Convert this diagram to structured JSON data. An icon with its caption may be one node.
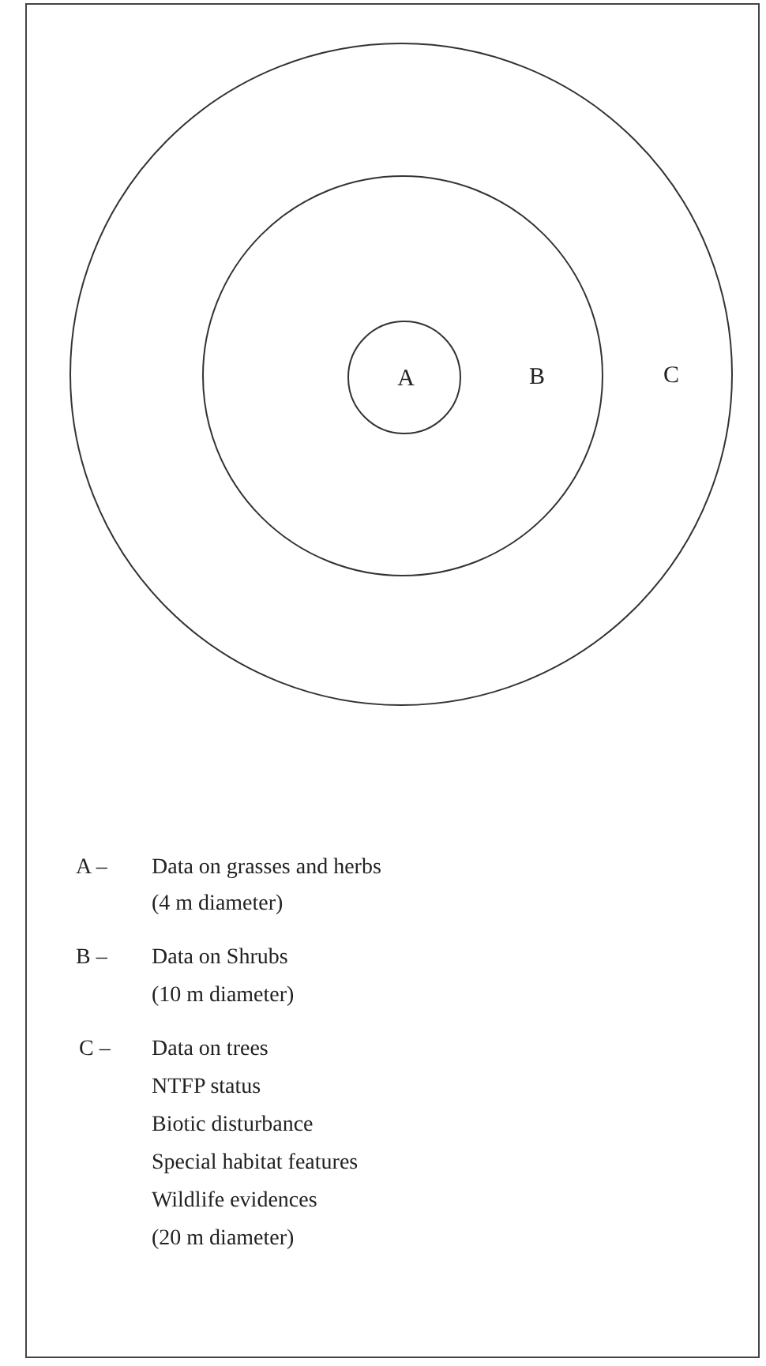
{
  "diagram": {
    "nodes": [
      {
        "text": [
          "C"
        ]
      },
      {
        "text": [
          "B"
        ],
        "in": 0
      },
      {
        "text": [
          "A"
        ],
        "in": 1
      }
    ],
    "labels": [
      "A –",
      "Data on grasses and herbs",
      "(4 m diameter)",
      "B –",
      "Data on Shrubs",
      "(10 m diameter)",
      "C –",
      "Data on trees",
      "NTFP status",
      "Biotic disturbance",
      "Special habitat features",
      "Wildlife evidences",
      "(20 m diameter)"
    ]
  }
}
